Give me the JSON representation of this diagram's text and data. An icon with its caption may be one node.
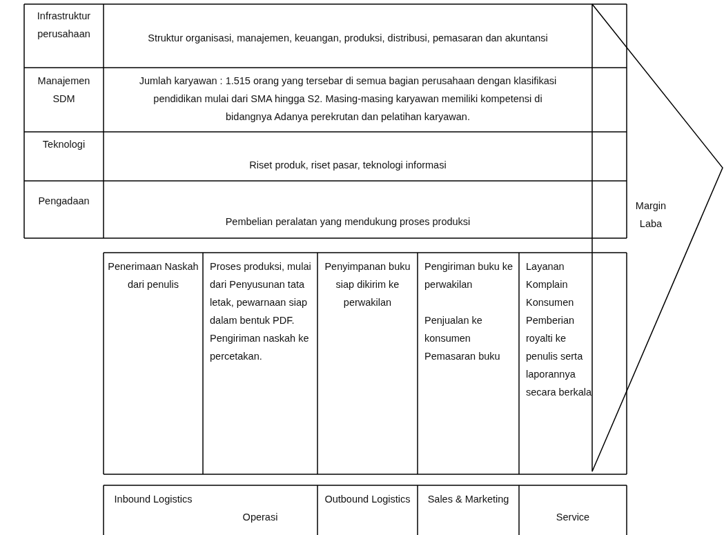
{
  "diagram": {
    "labels": [
      "Infrastruktur perusahaan",
      "Struktur organisasi, manajemen, keuangan, produksi, distribusi, pemasaran dan akuntansi",
      "Manajemen SDM",
      "Jumlah karyawan : 1.515 orang yang tersebar di semua bagian perusahaan dengan klasifikasi pendidikan mulai dari SMA hingga S2. Masing-masing karyawan memiliki kompetensi di bidangnya Adanya perekrutan dan pelatihan karyawan.",
      "Teknologi",
      "Riset produk, riset pasar, teknologi informasi",
      "Pengadaan",
      "Pembelian peralatan yang mendukung proses produksi",
      "Margin Laba",
      "Penerimaan Naskah dari penulis",
      "Proses produksi, mulai dari Penyusunan tata letak, pewarnaan siap dalam bentuk PDF. Pengiriman naskah ke percetakan.",
      "Penyimpanan buku siap dikirim ke perwakilan",
      "Pengiriman buku ke perwakilan",
      "Penjualan ke konsumen",
      "Pemasaran buku",
      "Layanan Komplain Konsumen",
      "Pemberian royalti ke penulis serta laporannya secara berkala",
      "Inbound Logistics",
      "Operasi",
      "Outbound Logistics",
      "Sales & Marketing",
      "Service"
    ]
  }
}
